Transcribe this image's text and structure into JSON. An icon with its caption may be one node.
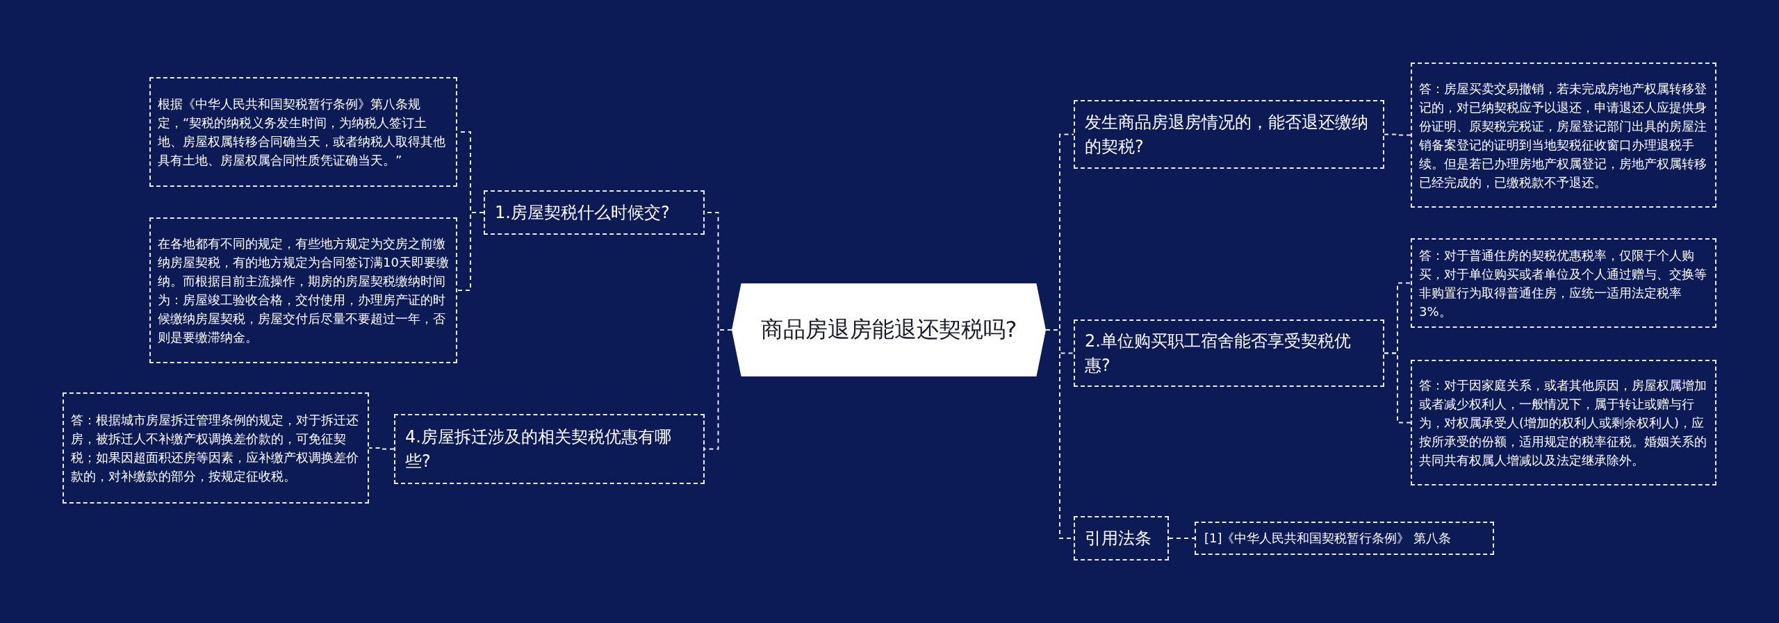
{
  "diagram": {
    "nodes": [
      {
        "text": [
          "商品房退房能退还契税吗?"
        ]
      },
      {
        "text": [
          "1.房屋契税什么时候交?"
        ]
      },
      {
        "text": [
          "根据《中华人民共和国契税暂行条例》第八条规定，“契税的纳税义务发生时间，为纳税人签订土地、房屋权属转移合同确当天，或者纳税人取得其他具有土地、房屋权属合同性质凭证确当天。”"
        ]
      },
      {
        "text": [
          "在各地都有不同的规定，有些地方规定为交房之前缴纳房屋契税，有的地方规定为合同签订满10天即要缴纳。而根据目前主流操作，期房的房屋契税缴纳时间为：房屋竣工验收合格，交付使用，办理房产证的时候缴纳房屋契税，房屋交付后尽量不要超过一年，否则是要缴滞纳金。"
        ]
      },
      {
        "text": [
          "4.房屋拆迁涉及的相关契税优惠有哪些?"
        ]
      },
      {
        "text": [
          "答：根据城市房屋拆迁管理条例的规定，对于拆迁还房，被拆迁人不补缴产权调换差价款的，可免征契税；如果因超面积还房等因素，应补缴产权调换差价款的，对补缴款的部分，按规定征收税。"
        ]
      },
      {
        "text": [
          "发生商品房退房情况的，能否退还缴纳的契税?"
        ]
      },
      {
        "text": [
          "答：房屋买卖交易撤销，若未完成房地产权属转移登记的，对已纳契税应予以退还，申请退还人应提供身份证明、原契税完税证，房屋登记部门出具的房屋注销备案登记的证明到当地契税征收窗口办理退税手续。但是若已办理房地产权属登记，房地产权属转移已经完成的，已缴税款不予退还。"
        ]
      },
      {
        "text": [
          "2.单位购买职工宿舍能否享受契税优惠?"
        ]
      },
      {
        "text": [
          "答：对于普通住房的契税优惠税率，仅限于个人购买，对于单位购买或者单位及个人通过赠与、交换等非购置行为取得普通住房，应统一适用法定税率3%。"
        ]
      },
      {
        "text": [
          "答：对于因家庭关系，或者其他原因，房屋权属增加或者减少权利人，一般情况下，属于转让或赠与行为，对权属承受人(增加的权利人或剩余权利人)，应按所承受的份额，适用规定的税率征税。婚姻关系的共同共有权属人增减以及法定继承除外。"
        ]
      },
      {
        "text": [
          "引用法条"
        ]
      },
      {
        "text": [
          "[1]《中华人民共和国契税暂行条例》 第八条"
        ]
      }
    ],
    "edges": [
      {
        "from": 0,
        "to": 1,
        "arrow": "none",
        "style": "dashed"
      },
      {
        "from": 1,
        "to": 2,
        "arrow": "none",
        "style": "dashed"
      },
      {
        "from": 1,
        "to": 3,
        "arrow": "none",
        "style": "dashed"
      },
      {
        "from": 0,
        "to": 4,
        "arrow": "none",
        "style": "dashed"
      },
      {
        "from": 4,
        "to": 5,
        "arrow": "none",
        "style": "dashed"
      },
      {
        "from": 0,
        "to": 6,
        "arrow": "none",
        "style": "dashed"
      },
      {
        "from": 6,
        "to": 7,
        "arrow": "none",
        "style": "dashed"
      },
      {
        "from": 0,
        "to": 8,
        "arrow": "none",
        "style": "dashed"
      },
      {
        "from": 8,
        "to": 9,
        "arrow": "none",
        "style": "dashed"
      },
      {
        "from": 8,
        "to": 10,
        "arrow": "none",
        "style": "dashed"
      },
      {
        "from": 0,
        "to": 11,
        "arrow": "none",
        "style": "dashed"
      },
      {
        "from": 11,
        "to": 12,
        "arrow": "none",
        "style": "dashed"
      }
    ]
  }
}
